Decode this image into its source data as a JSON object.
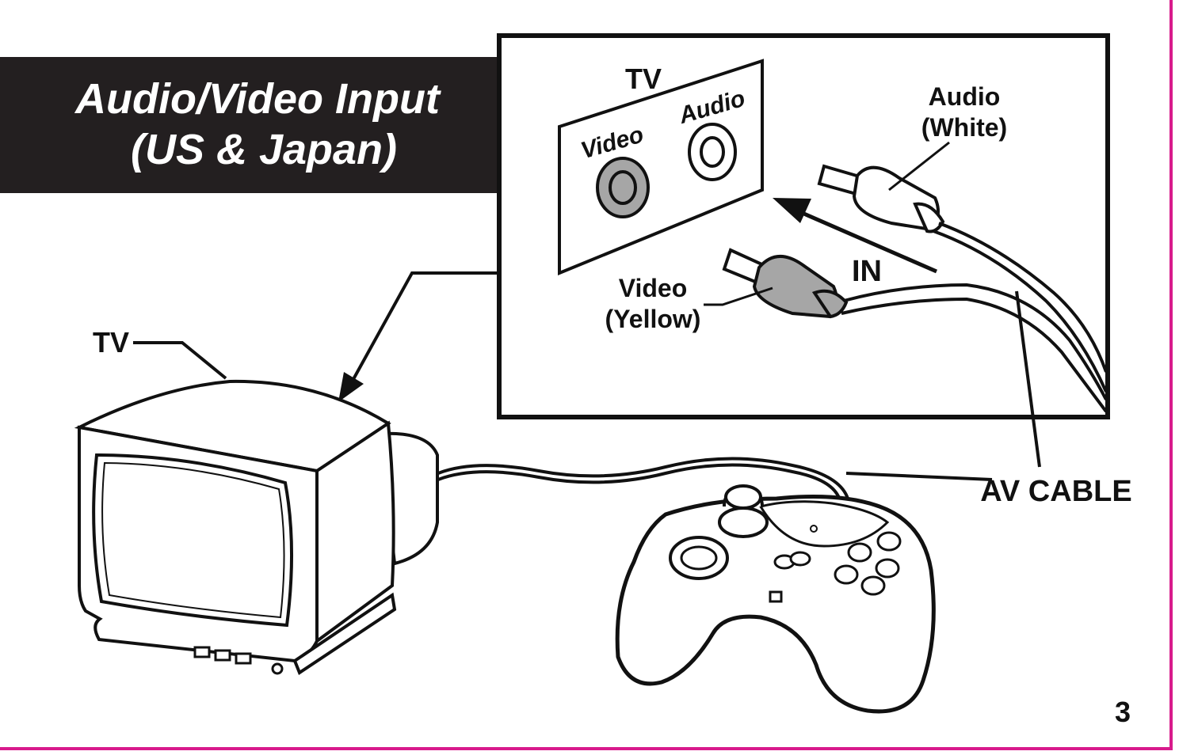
{
  "title": {
    "line1": "Audio/Video Input",
    "line2": "(US & Japan)"
  },
  "inset": {
    "tv_label": "TV",
    "jack_video_label": "Video",
    "jack_audio_label": "Audio",
    "audio_plug_line1": "Audio",
    "audio_plug_line2": "(White)",
    "video_plug_line1": "Video",
    "video_plug_line2": "(Yellow)",
    "direction_label": "IN"
  },
  "main": {
    "tv_label": "TV",
    "cable_label": "AV CABLE"
  },
  "page_number": "3",
  "colors": {
    "page_border": "#d81b8c",
    "title_bar": "#231f20",
    "video_fill": "#a6a6a6",
    "line": "#111111"
  }
}
